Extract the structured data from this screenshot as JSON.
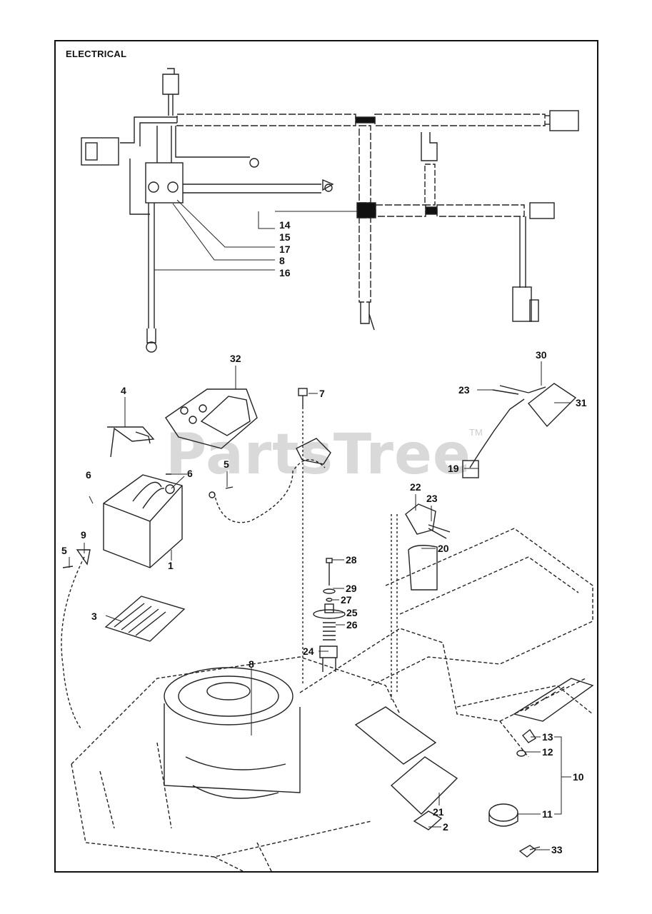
{
  "title": "ELECTRICAL",
  "watermark": "PartsTree",
  "trademark": "TM",
  "callouts": [
    {
      "id": "c32",
      "text": "32"
    },
    {
      "id": "c4",
      "text": "4"
    },
    {
      "id": "c7",
      "text": "7"
    },
    {
      "id": "c6a",
      "text": "6"
    },
    {
      "id": "c6b",
      "text": "6"
    },
    {
      "id": "c5a",
      "text": "5"
    },
    {
      "id": "c5b",
      "text": "5"
    },
    {
      "id": "c9",
      "text": "9"
    },
    {
      "id": "c1",
      "text": "1"
    },
    {
      "id": "c3",
      "text": "3"
    },
    {
      "id": "c30",
      "text": "30"
    },
    {
      "id": "c23a",
      "text": "23"
    },
    {
      "id": "c31",
      "text": "31"
    },
    {
      "id": "c19",
      "text": "19"
    },
    {
      "id": "c22",
      "text": "22"
    },
    {
      "id": "c23b",
      "text": "23"
    },
    {
      "id": "c20",
      "text": "20"
    },
    {
      "id": "c28",
      "text": "28"
    },
    {
      "id": "c29",
      "text": "29"
    },
    {
      "id": "c27",
      "text": "27"
    },
    {
      "id": "c25",
      "text": "25"
    },
    {
      "id": "c26",
      "text": "26"
    },
    {
      "id": "c24",
      "text": "24"
    },
    {
      "id": "c8b",
      "text": "8"
    },
    {
      "id": "c13",
      "text": "13"
    },
    {
      "id": "c12",
      "text": "12"
    },
    {
      "id": "c10",
      "text": "10"
    },
    {
      "id": "c11",
      "text": "11"
    },
    {
      "id": "c21",
      "text": "21"
    },
    {
      "id": "c2",
      "text": "2"
    },
    {
      "id": "c33",
      "text": "33"
    },
    {
      "id": "c14",
      "text": "14"
    },
    {
      "id": "c15",
      "text": "15"
    },
    {
      "id": "c17",
      "text": "17"
    },
    {
      "id": "c8a",
      "text": "8"
    },
    {
      "id": "c16",
      "text": "16"
    }
  ]
}
